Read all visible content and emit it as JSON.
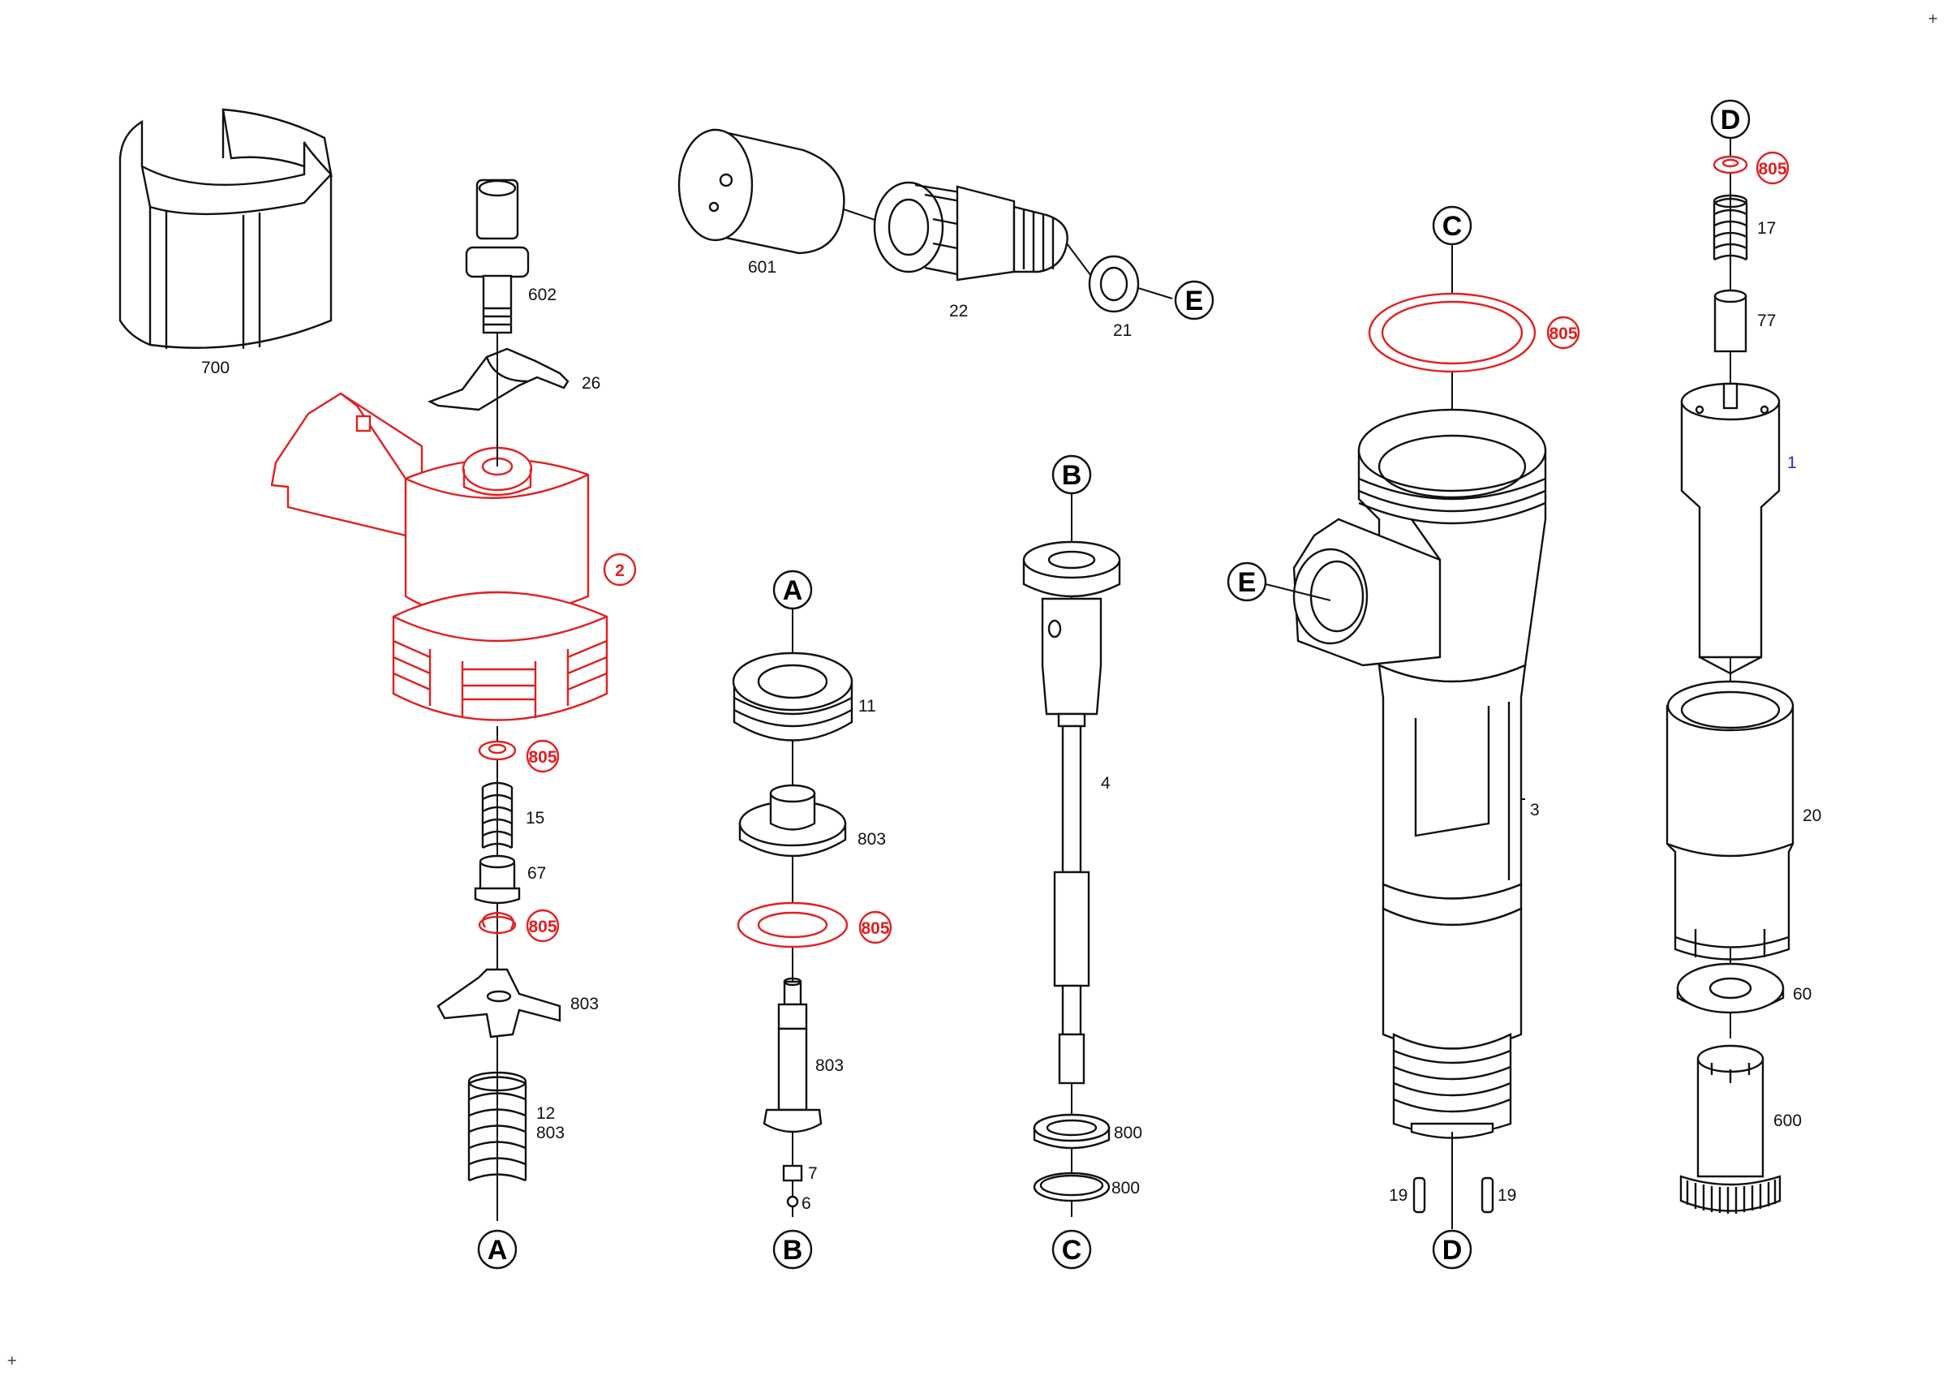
{
  "callouts": {
    "A": "A",
    "B": "B",
    "C": "C",
    "D": "D",
    "E": "E"
  },
  "parts": {
    "p700": "700",
    "p602": "602",
    "p26": "26",
    "p2": "2",
    "p805": "805",
    "p15": "15",
    "p67": "67",
    "p803": "803",
    "p12": "12",
    "p601": "601",
    "p22": "22",
    "p21": "21",
    "p11": "11",
    "p7": "7",
    "p6": "6",
    "p4": "4",
    "p800": "800",
    "p3": "3",
    "p19": "19",
    "p17": "17",
    "p77": "77",
    "p1": "1",
    "p20": "20",
    "p60": "60",
    "p600": "600"
  },
  "colors": {
    "highlight": "#e02020",
    "part_1_label": "#1a2fd1",
    "line": "#111111"
  }
}
